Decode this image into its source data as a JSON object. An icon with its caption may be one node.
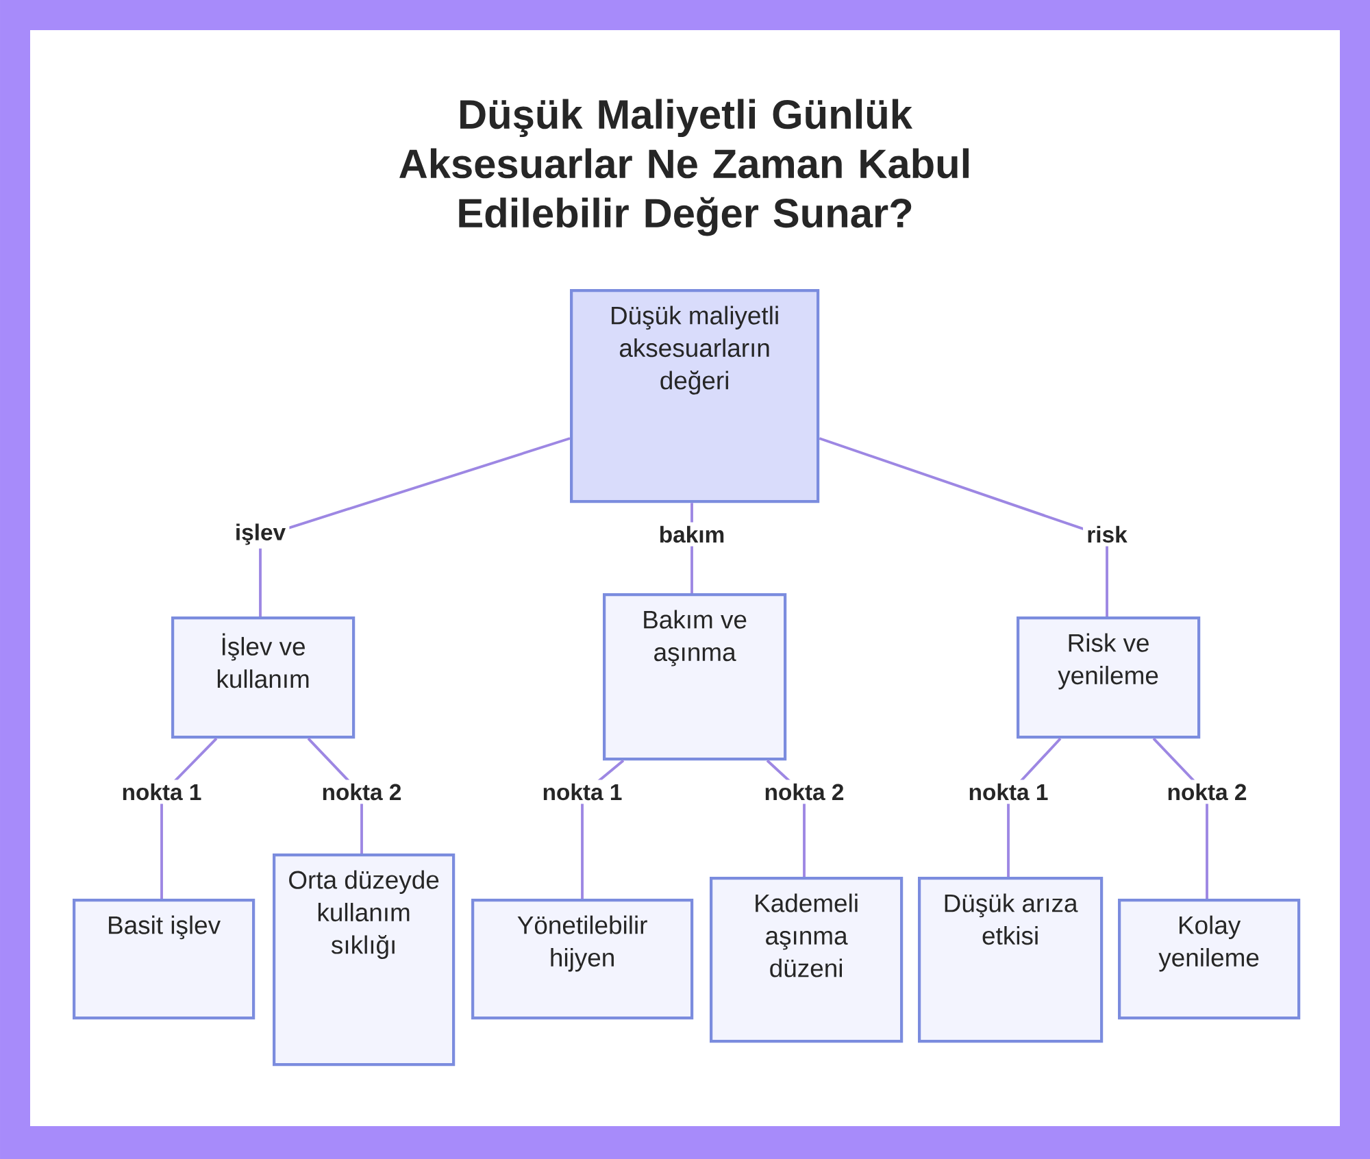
{
  "diagram": {
    "title": "Düşük Maliyetli Günlük Aksesuarlar Ne Zaman Kabul Edilebilir Değer Sunar?",
    "nodes": [
      {
        "text": [
          "Düşük maliyetli aksesuarların değeri"
        ]
      },
      {
        "text": [
          "İşlev ve kullanım"
        ]
      },
      {
        "text": [
          "Bakım ve aşınma"
        ]
      },
      {
        "text": [
          "Risk ve yenileme"
        ]
      },
      {
        "text": [
          "Basit işlev"
        ]
      },
      {
        "text": [
          "Orta düzeyde kullanım sıklığı"
        ]
      },
      {
        "text": [
          "Yönetilebilir hijyen"
        ]
      },
      {
        "text": [
          "Kademeli aşınma düzeni"
        ]
      },
      {
        "text": [
          "Düşük arıza etkisi"
        ]
      },
      {
        "text": [
          "Kolay yenileme"
        ]
      }
    ],
    "edges": [
      {
        "from": 0,
        "to": 1,
        "arrow": "none",
        "label": "işlev"
      },
      {
        "from": 0,
        "to": 2,
        "arrow": "none",
        "label": "bakım"
      },
      {
        "from": 0,
        "to": 3,
        "arrow": "none",
        "label": "risk"
      },
      {
        "from": 1,
        "to": 4,
        "arrow": "none",
        "label": "nokta 1"
      },
      {
        "from": 1,
        "to": 5,
        "arrow": "none",
        "label": "nokta 2"
      },
      {
        "from": 2,
        "to": 6,
        "arrow": "none",
        "label": "nokta 1"
      },
      {
        "from": 2,
        "to": 7,
        "arrow": "none",
        "label": "nokta 2"
      },
      {
        "from": 3,
        "to": 8,
        "arrow": "none",
        "label": "nokta 1"
      },
      {
        "from": 3,
        "to": 9,
        "arrow": "none",
        "label": "nokta 2"
      }
    ]
  }
}
